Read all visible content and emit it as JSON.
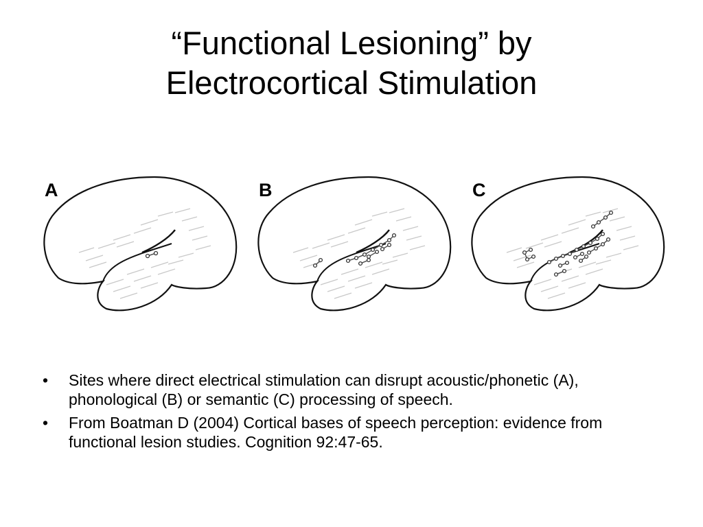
{
  "slide": {
    "title_line1": "“Functional Lesioning” by",
    "title_line2": "Electrocortical Stimulation"
  },
  "figure": {
    "panels": [
      {
        "letter": "A"
      },
      {
        "letter": "B"
      },
      {
        "letter": "C"
      }
    ]
  },
  "bullets": [
    {
      "text": "Sites where direct electrical stimulation can disrupt acoustic/phonetic (A), phonological (B) or semantic (C) processing of speech."
    },
    {
      "text": "From Boatman D (2004) Cortical bases of speech perception: evidence from functional lesion studies. Cognition 92:47-65."
    }
  ],
  "bullet_glyph": "•"
}
